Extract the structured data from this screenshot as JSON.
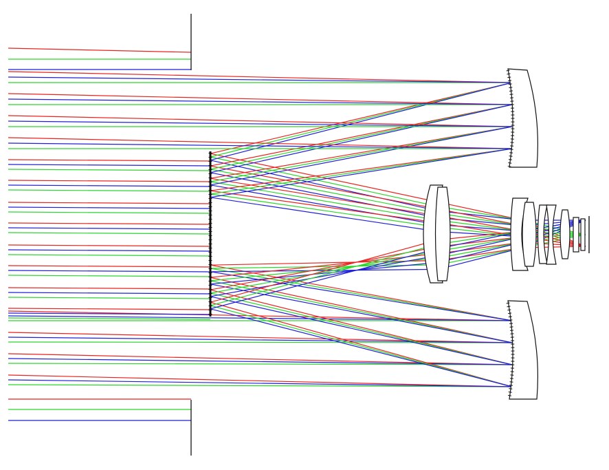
{
  "diagram": {
    "type": "optical-ray-trace",
    "colors": {
      "red": "#e8231f",
      "green": "#2bd62b",
      "blue": "#1f1fd9",
      "outline": "#111111",
      "background": "#ffffff"
    },
    "field_series": [
      "red",
      "green",
      "blue"
    ],
    "elements": [
      "aperture-stop",
      "fold-mirror",
      "primary-mirror-upper",
      "primary-mirror-lower",
      "field-lens",
      "relay-lens-group",
      "image-plane"
    ]
  }
}
